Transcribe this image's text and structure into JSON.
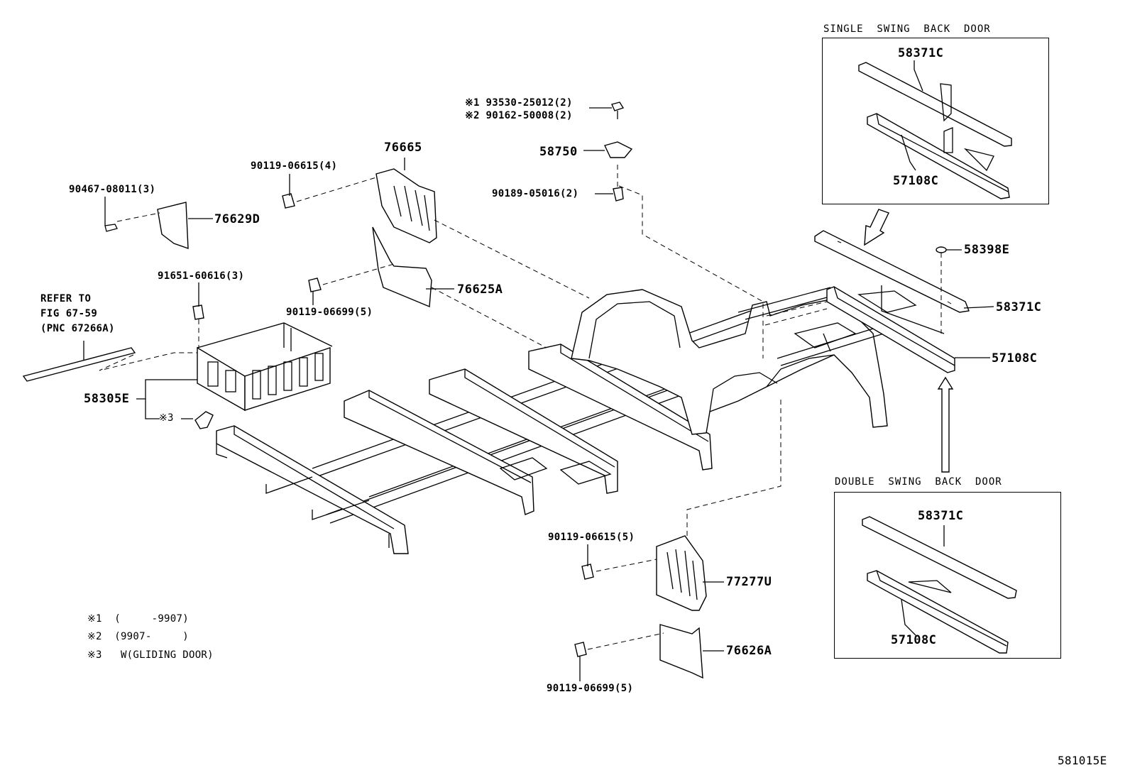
{
  "diagram": {
    "figure_code": "581015E",
    "insets": {
      "single_swing": {
        "header": "SINGLE  SWING  BACK  DOOR",
        "part_rail": "58371C",
        "part_sill": "57108C"
      },
      "double_swing": {
        "header": "DOUBLE  SWING  BACK  DOOR",
        "part_rail": "58371C",
        "part_sill": "57108C"
      }
    },
    "callouts": {
      "p76665": "76665",
      "p58750": "58750",
      "bolt_93530": "※1 93530-25012(2)",
      "bolt_90162": "※2 90162-50008(2)",
      "clip_90189": "90189-05016(2)",
      "bolt_90119_4": "90119-06615(4)",
      "clip_90467": "90467-08011(3)",
      "p76629D": "76629D",
      "bolt_91651": "91651-60616(3)",
      "p76625A": "76625A",
      "bolt_90119_5a": "90119-06699(5)",
      "p58398E": "58398E",
      "p58371C": "58371C",
      "p57108C": "57108C",
      "p58305E": "58305E",
      "mark3": "※3",
      "bolt_90119_5b": "90119-06615(5)",
      "p77277U": "77277U",
      "p76626A": "76626A",
      "bolt_90119_5c": "90119-06699(5)"
    },
    "refer": {
      "line1": "REFER TO",
      "line2": "FIG 67-59",
      "line3": "(PNC 67266A)"
    },
    "notes": [
      "※1  (     -9907)",
      "※2  (9907-     )",
      "※3   W(GLIDING DOOR)"
    ]
  }
}
